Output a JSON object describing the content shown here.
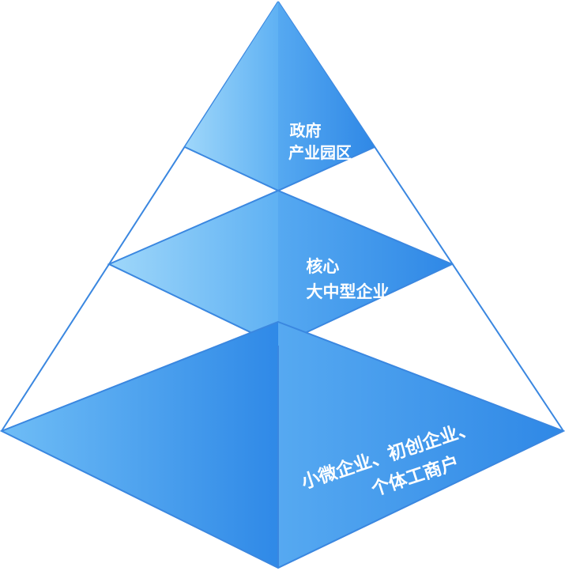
{
  "pyramid": {
    "layers": [
      {
        "id": "top",
        "lines": [
          "政府",
          "产业园区"
        ]
      },
      {
        "id": "middle",
        "lines": [
          "核心",
          "大中型企业"
        ]
      },
      {
        "id": "bottom",
        "lines": [
          "小微企业、初创企业、",
          "个体工商户"
        ]
      }
    ]
  },
  "colors": {
    "light": "#a6dcfb",
    "mid": "#6cb9f5",
    "dark": "#2f8ce8",
    "outline": "#3a87e0",
    "text": "#ffffff"
  }
}
